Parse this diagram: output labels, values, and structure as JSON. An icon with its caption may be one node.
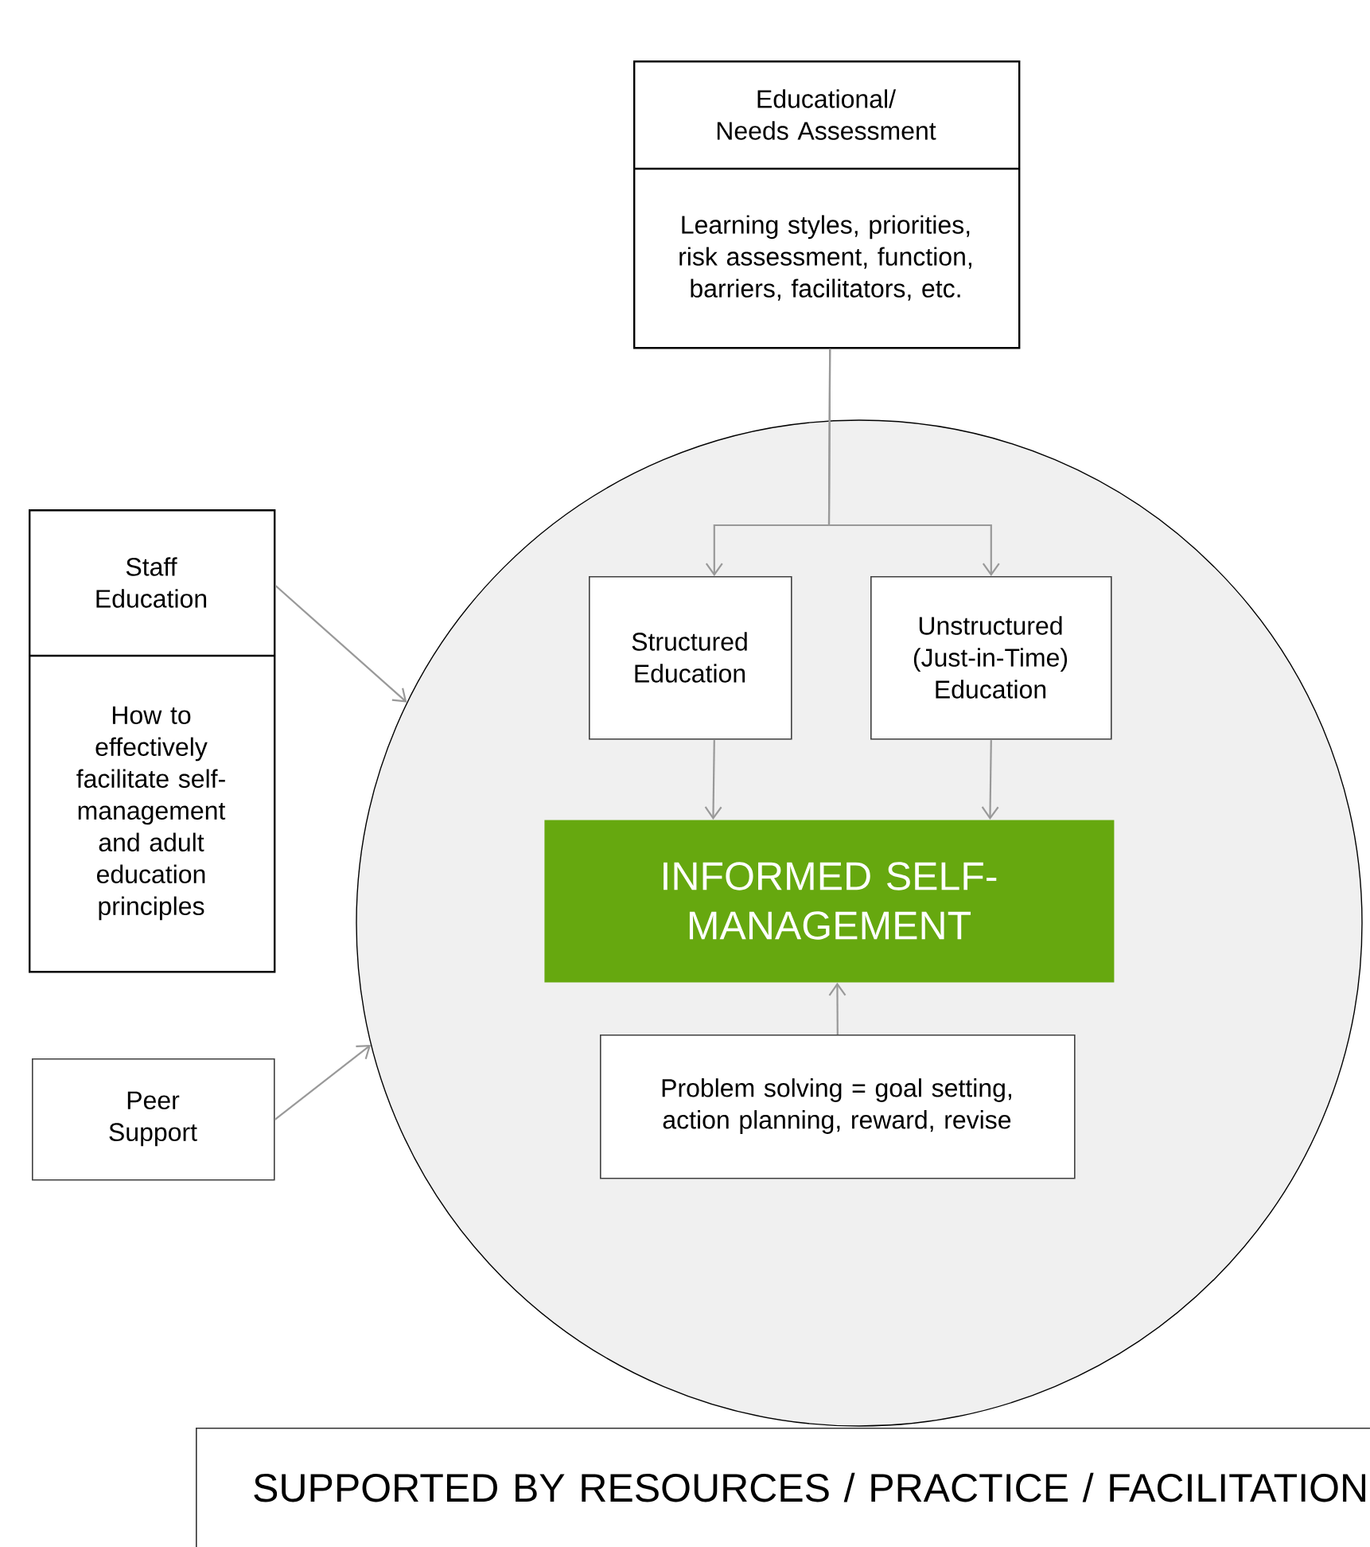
{
  "diagram": {
    "nodes": [
      {
        "text": [
          "Educational/ Needs Assessment",
          "Learning styles, priorities, risk assessment, function, barriers, facilitators, etc."
        ]
      },
      {
        "text": [
          "Staff Education",
          "How to effectively facilitate self-management and adult education principles"
        ]
      },
      {
        "text": [],
        "shape": "circle"
      },
      {
        "text": [
          "Structured Education"
        ],
        "in": 2
      },
      {
        "text": [
          "Unstructured (Just-in-Time) Education"
        ],
        "in": 2
      },
      {
        "text": [
          "INFORMED SELF-MANAGEMENT"
        ],
        "in": 2
      },
      {
        "text": [
          "Problem solving = goal setting, action planning, reward, revise"
        ],
        "in": 2
      },
      {
        "text": [
          "Peer Support"
        ]
      },
      {
        "text": [
          "SUPPORTED BY RESOURCES / PRACTICE / FACILITATION"
        ]
      }
    ],
    "edges": [
      {
        "from": 0,
        "to": 3,
        "arrow": "to"
      },
      {
        "from": 0,
        "to": 4,
        "arrow": "to"
      },
      {
        "from": 1,
        "to": 2,
        "arrow": "to"
      },
      {
        "from": 7,
        "to": 2,
        "arrow": "to"
      },
      {
        "from": 3,
        "to": 5,
        "arrow": "to"
      },
      {
        "from": 4,
        "to": 5,
        "arrow": "to"
      },
      {
        "from": 6,
        "to": 5,
        "arrow": "to"
      }
    ]
  }
}
